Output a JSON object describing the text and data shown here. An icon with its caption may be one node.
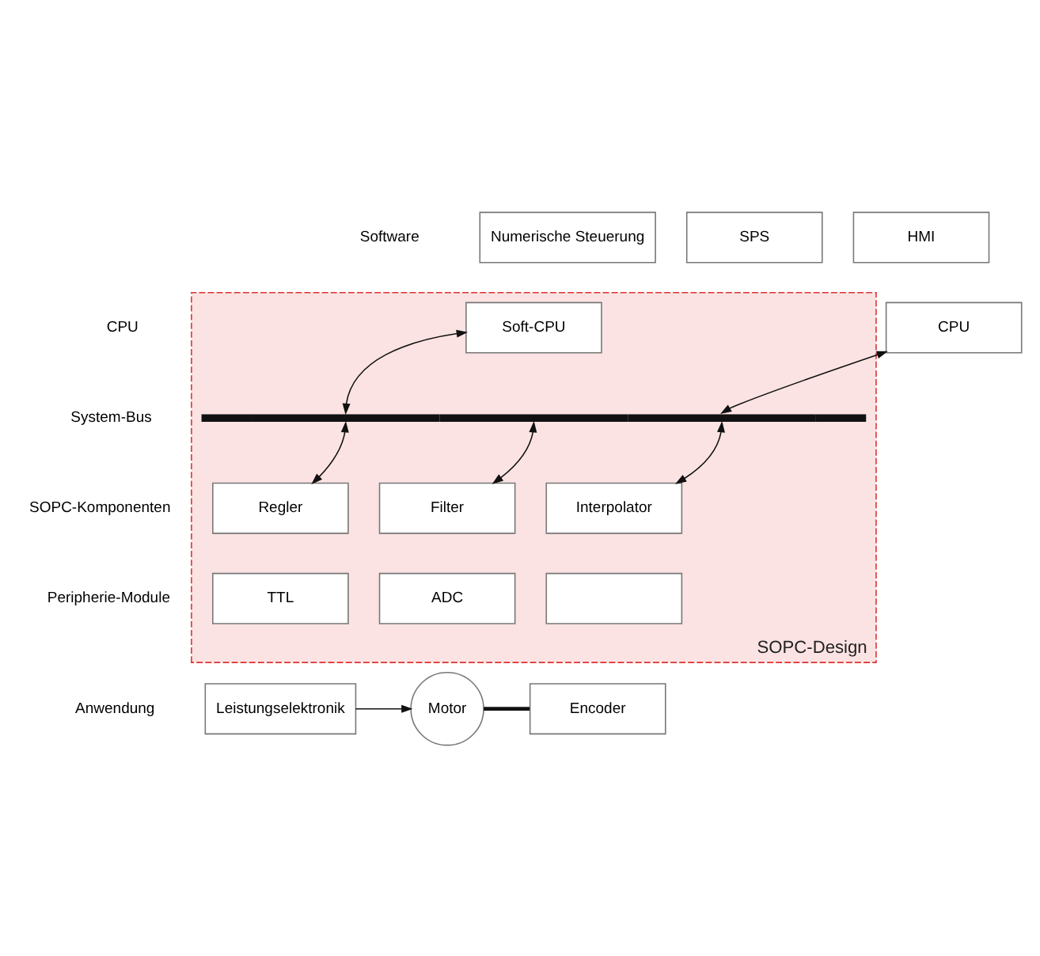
{
  "diagram": {
    "nodes": [
      {
        "text": [
          "SOPC-Design"
        ]
      },
      {
        "text": [
          "Numerische Steuerung"
        ]
      },
      {
        "text": [
          "SPS"
        ]
      },
      {
        "text": [
          "HMI"
        ]
      },
      {
        "text": [
          "Soft-CPU"
        ],
        "in": 0
      },
      {
        "text": [
          "CPU"
        ]
      },
      {
        "text": [],
        "shape": "bar",
        "in": 0
      },
      {
        "text": [
          "Regler"
        ],
        "in": 0
      },
      {
        "text": [
          "Filter"
        ],
        "in": 0
      },
      {
        "text": [
          "Interpolator"
        ],
        "in": 0
      },
      {
        "text": [
          "TTL"
        ],
        "in": 0
      },
      {
        "text": [
          "ADC"
        ],
        "in": 0
      },
      {
        "text": [],
        "shape": "box",
        "in": 0
      },
      {
        "text": [
          "Leistungselektronik"
        ]
      },
      {
        "text": [
          "Motor"
        ]
      },
      {
        "text": [
          "Encoder"
        ]
      }
    ],
    "edges": [
      {
        "from": 4,
        "to": 6,
        "arrow": "both"
      },
      {
        "from": 5,
        "to": 6,
        "arrow": "both"
      },
      {
        "from": 6,
        "to": 7,
        "arrow": "both"
      },
      {
        "from": 6,
        "to": 8,
        "arrow": "both"
      },
      {
        "from": 6,
        "to": 9,
        "arrow": "both"
      },
      {
        "from": 13,
        "to": 14,
        "arrow": "to"
      },
      {
        "from": 14,
        "to": 15,
        "arrow": "none",
        "style": "thick"
      }
    ],
    "labels": [
      "Software",
      "CPU",
      "System-Bus",
      "SOPC-Komponenten",
      "Peripherie-Module",
      "Anwendung"
    ]
  }
}
